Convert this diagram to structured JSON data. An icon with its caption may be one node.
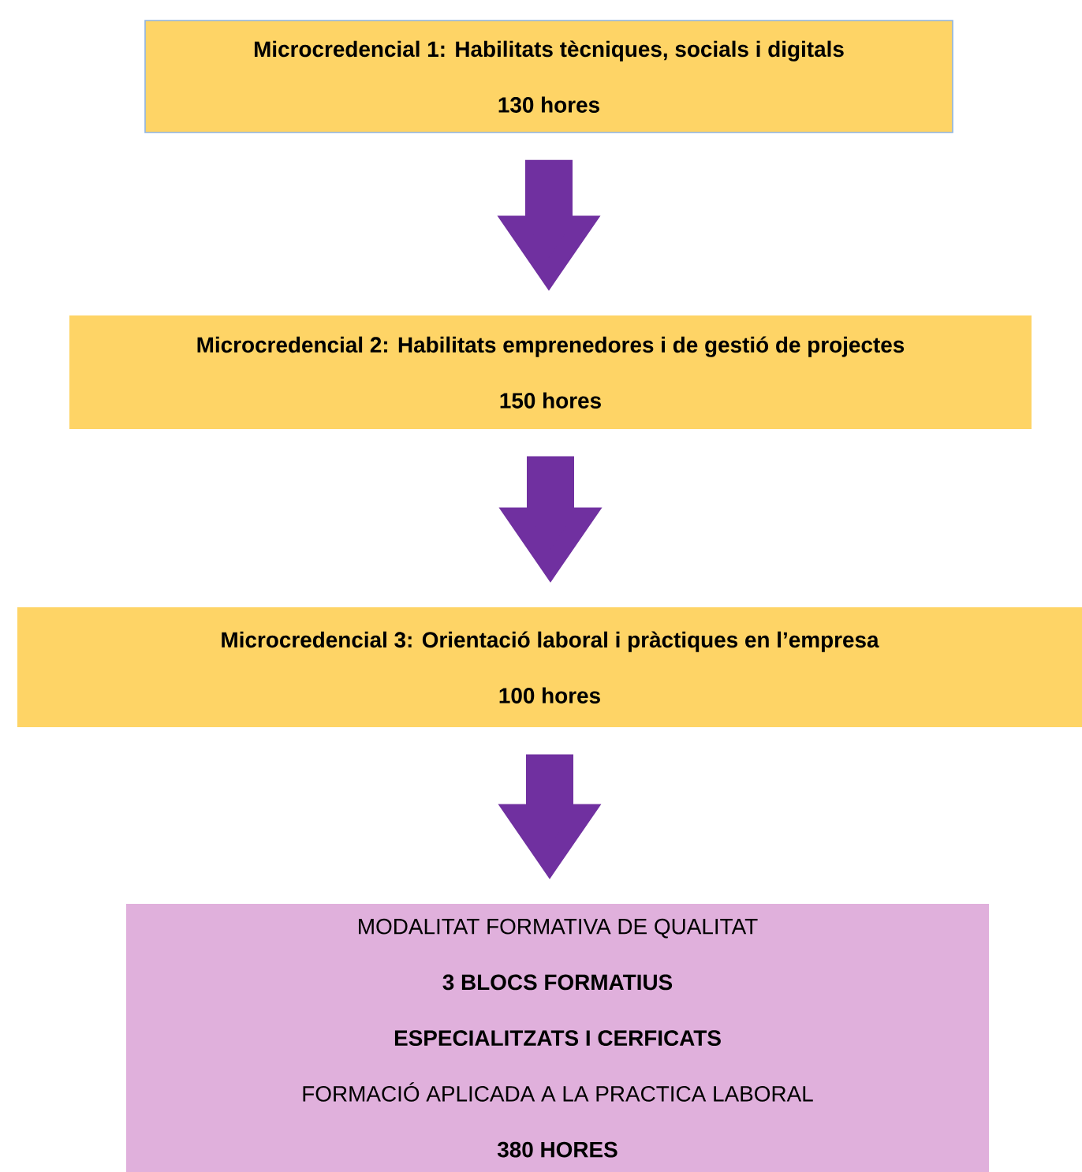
{
  "diagram": {
    "nodes": [
      {
        "text": [
          "Microcredencial 1: Habilitats tècniques, socials i digitals",
          "130 hores"
        ]
      },
      {
        "text": [
          "Microcredencial 2: Habilitats emprenedores i de gestió de projectes",
          "150 hores"
        ]
      },
      {
        "text": [
          "Microcredencial 3: Orientació laboral i pràctiques en l’empresa",
          "100 hores"
        ]
      },
      {
        "text": [
          "MODALITAT FORMATIVA DE QUALITAT",
          "3 BLOCS FORMATIUS",
          "ESPECIALITZATS I CERFICATS",
          "FORMACIÓ APLICADA A LA PRACTICA LABORAL",
          "380 HORES"
        ]
      }
    ],
    "edges": [
      {
        "from": 0,
        "to": 1,
        "arrow": "to"
      },
      {
        "from": 1,
        "to": 2,
        "arrow": "to"
      },
      {
        "from": 2,
        "to": 3,
        "arrow": "to"
      }
    ]
  }
}
